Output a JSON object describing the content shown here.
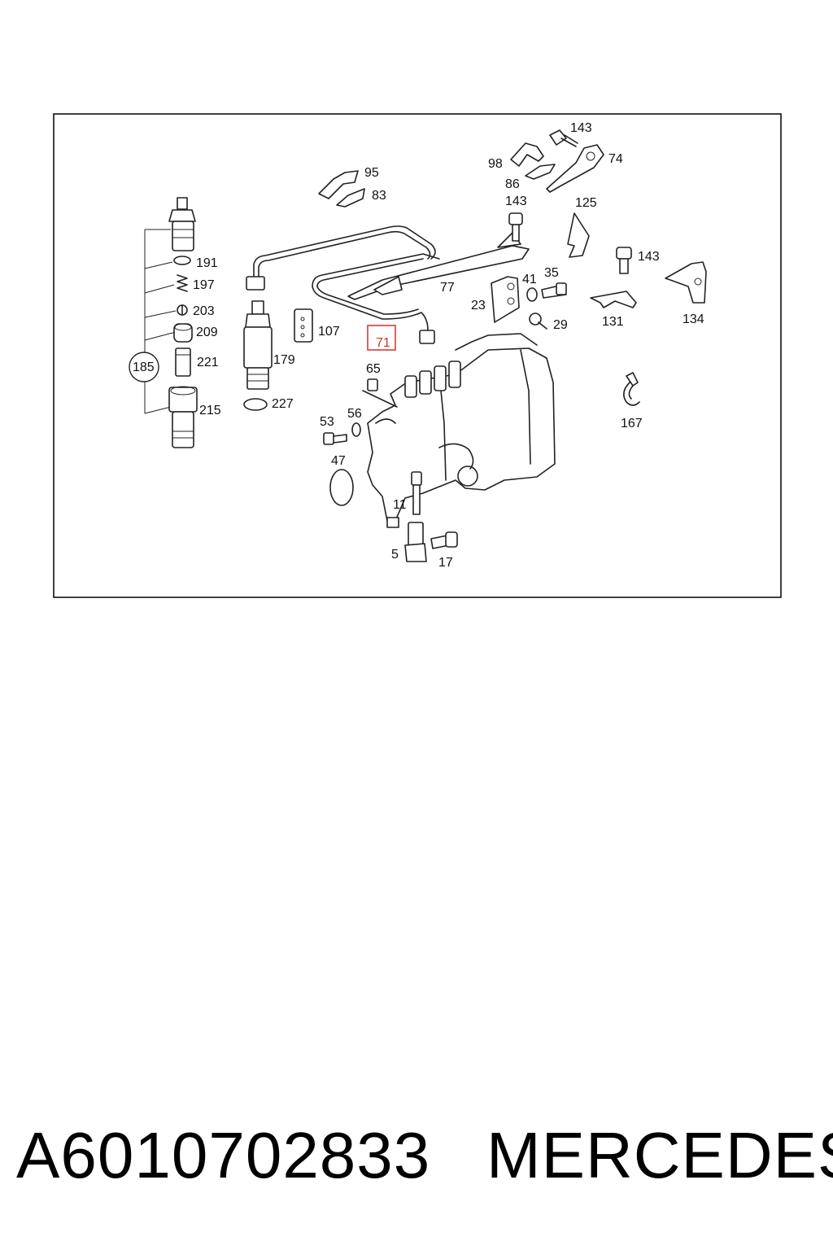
{
  "footer": {
    "part_number": "A6010702833",
    "brand": "MERCEDES"
  },
  "highlight_color": "#d9534f",
  "diagram": {
    "labels": [
      "143",
      "98",
      "74",
      "86",
      "95",
      "83",
      "143",
      "125",
      "191",
      "197",
      "77",
      "143",
      "41",
      "35",
      "23",
      "203",
      "107",
      "29",
      "131",
      "134",
      "209",
      "71",
      "221",
      "185",
      "179",
      "65",
      "167",
      "227",
      "215",
      "53",
      "56",
      "47",
      "11",
      "5",
      "17"
    ],
    "group_label": "185",
    "highlighted": "71"
  }
}
